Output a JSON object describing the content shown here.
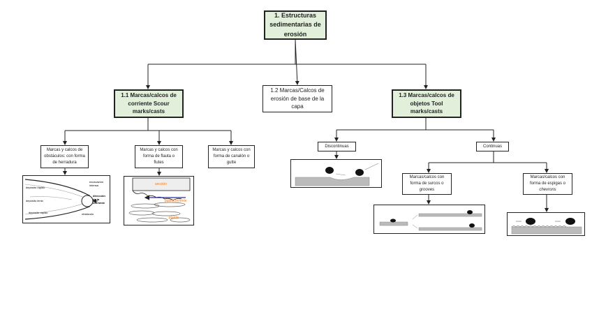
{
  "root": {
    "label": "1. Estructuras sedimentarias de erosión"
  },
  "level1": [
    {
      "label": "1.1 Marcas/calcos de corriente Scour marks/casts",
      "color": "#e2efda"
    },
    {
      "label": "1.2 Marcas/Calcos de erosión de base de la capa"
    },
    {
      "label": "1.3 Marcas/calcos de objetos Tool marks/casts",
      "color": "#e2efda"
    }
  ],
  "scour": [
    {
      "label": "Marcas y calcos de obstáculos: con forma de herradura"
    },
    {
      "label": "Marcas y calcos con forma de flauta o flutes"
    },
    {
      "label": "Marcas y calcos con forma de canalón o gutte"
    }
  ],
  "horseshoe_image": {
    "labels": [
      "excavación intensa",
      "dirección de la corriente",
      "obstáculo",
      "depósito rápido",
      "depósito lento",
      "depósito rápido"
    ]
  },
  "flute_image": {
    "labels": [
      "sección",
      "paleocorriente",
      "planta"
    ],
    "accent": "#f07a1a",
    "arrow": "#2a2aa0"
  },
  "tool": {
    "discontinuas": "Discontinuas",
    "continuas": "Continuas",
    "grooves_prefix": "Marcas/calcos con forma de surcos o",
    "grooves_term": "grooves",
    "chevrons_prefix": "Marcas/calcos con forma de espigas o",
    "chevrons_term": "chevrons"
  }
}
